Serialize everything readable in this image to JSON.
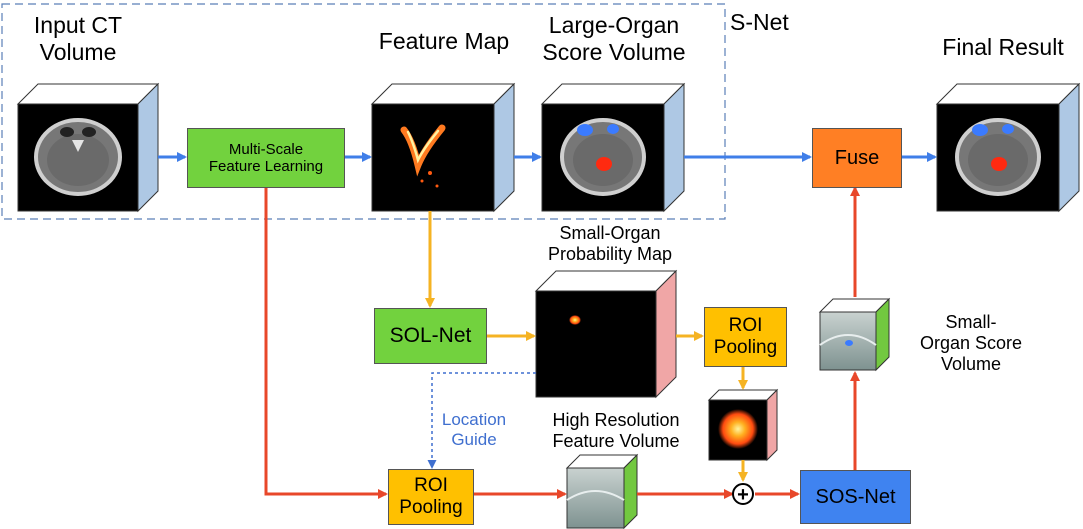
{
  "labels": {
    "input_ct": "Input CT\nVolume",
    "feature_map": "Feature Map",
    "large_organ": "Large-Organ\nScore Volume",
    "snet": "S-Net",
    "final_result": "Final Result",
    "small_organ_prob": "Small-Organ\nProbability Map",
    "small_organ_score": "Small-\nOrgan Score Volume",
    "high_res": "High Resolution\nFeature Volume",
    "location_guide": "Location\nGuide"
  },
  "blocks": {
    "msfl": "Multi-Scale\nFeature Learning",
    "fuse": "Fuse",
    "solnet": "SOL-Net",
    "roi_pool_upper": "ROI\nPooling",
    "roi_pool_lower": "ROI\nPooling",
    "sosnet": "SOS-Net"
  },
  "symbols": {
    "plus": "+"
  },
  "colors": {
    "blue_arrow": "#3f7ee8",
    "red_arrow": "#e8472a",
    "yellow_arrow": "#f5b323",
    "dashed": "#3f6fcf",
    "cube_side_blue": "#aec8e4",
    "cube_side_pink": "#f0a6a6",
    "cube_side_green": "#72c840",
    "block_green": "#72d23e",
    "block_orange": "#ff7f24",
    "block_yellow": "#ffc000",
    "block_blue": "#3f83f0"
  }
}
